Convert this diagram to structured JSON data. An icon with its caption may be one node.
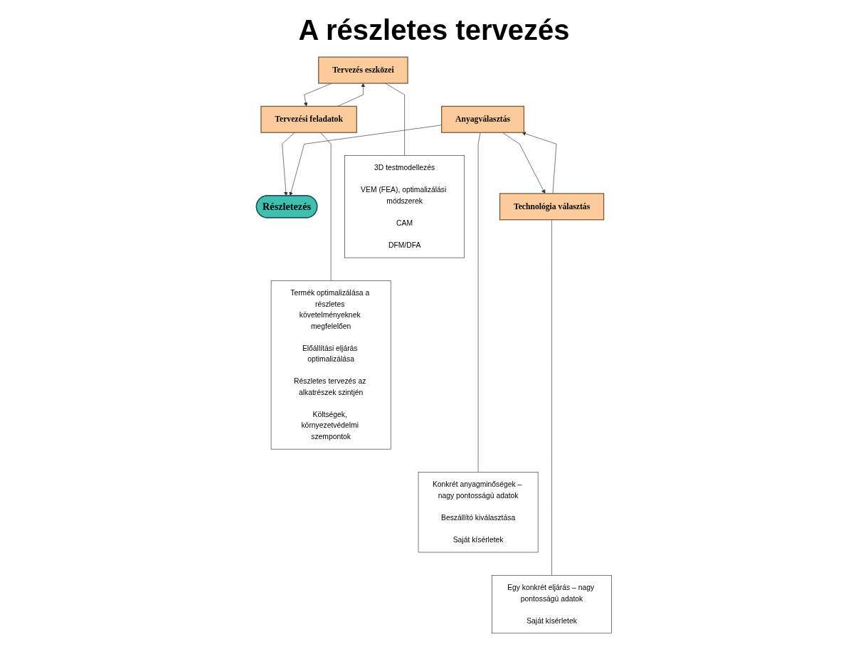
{
  "diagram": {
    "title": "A részletes tervezés",
    "nodes": [
      {
        "text": [
          "Tervezés eszközei"
        ]
      },
      {
        "text": [
          "Tervezési feladatok"
        ]
      },
      {
        "text": [
          "Részletezés"
        ]
      },
      {
        "text": [
          "Anyagválasztás"
        ]
      },
      {
        "text": [
          "Technológia választás"
        ]
      },
      {
        "text": [
          "3D testmodellezés",
          "VEM (FEA), optimalizálási módszerek",
          "CAM",
          "DFM/DFA"
        ]
      },
      {
        "text": [
          "Termék optimalizálása a részletes követelményeknek megfelelően",
          "Előállítási eljárás optimalizálása",
          "Részletes tervezés az alkatrészek szintjén",
          "Költségek, környezetvédelmi szempontok"
        ]
      },
      {
        "text": [
          "Konkrét anyagminőségek – nagy pontosságú adatok",
          "Beszállító kiválasztása",
          "Saját kísérletek"
        ]
      },
      {
        "text": [
          "Egy konkrét eljárás – nagy pontosságú adatok",
          "Saját kísérletek"
        ]
      }
    ],
    "edges": [
      {
        "from": 0,
        "to": 1,
        "arrow": "to"
      },
      {
        "from": 1,
        "to": 0,
        "arrow": "to"
      },
      {
        "from": 1,
        "to": 2,
        "arrow": "to"
      },
      {
        "from": 3,
        "to": 2,
        "arrow": "to"
      },
      {
        "from": 3,
        "to": 4,
        "arrow": "to"
      },
      {
        "from": 4,
        "to": 3,
        "arrow": "to"
      },
      {
        "from": 0,
        "to": 5,
        "arrow": "none"
      },
      {
        "from": 1,
        "to": 6,
        "arrow": "none"
      },
      {
        "from": 3,
        "to": 7,
        "arrow": "none"
      },
      {
        "from": 4,
        "to": 8,
        "arrow": "none"
      }
    ]
  }
}
